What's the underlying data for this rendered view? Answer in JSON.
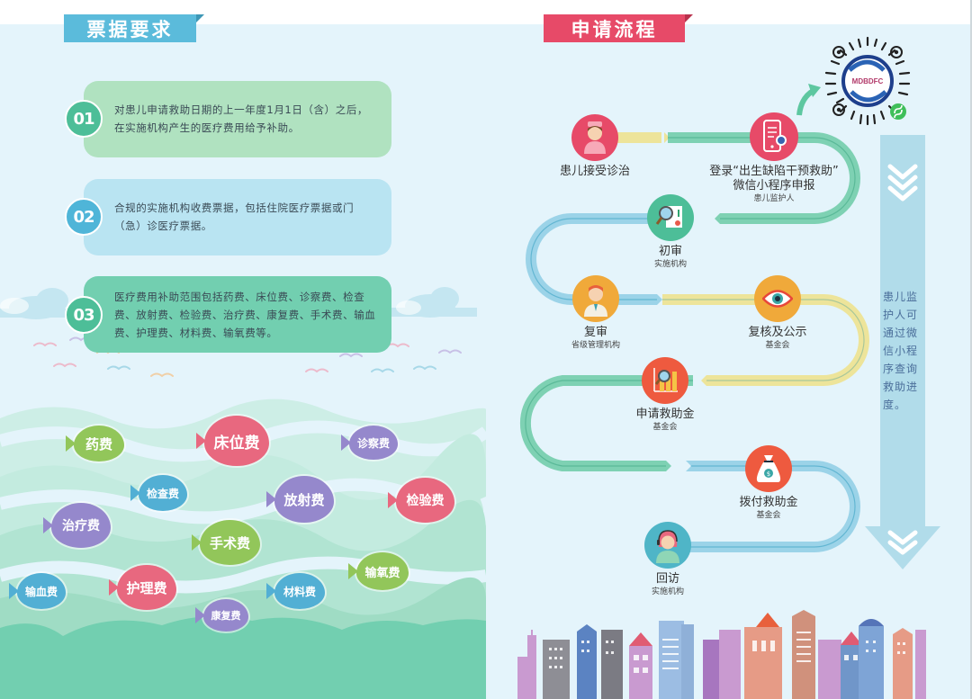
{
  "left_page": {
    "section_title": "票据要求",
    "items": [
      {
        "number": "01",
        "text": "对患儿申请救助日期的上一年度1月1日（含）之后，在实施机构产生的医疗费用给予补助。"
      },
      {
        "number": "02",
        "text": "合规的实施机构收费票据，包括住院医疗票据或门（急）诊医疗票据。"
      },
      {
        "number": "03",
        "text": "医疗费用补助范围包括药费、床位费、诊察费、检查费、放射费、检验费、治疗费、康复费、手术费、输血费、护理费、材料费、输氧费等。"
      }
    ],
    "fee_tags": [
      {
        "label": "药费",
        "color": "#92c65a"
      },
      {
        "label": "床位费",
        "color": "#e8687f"
      },
      {
        "label": "诊察费",
        "color": "#9588cc"
      },
      {
        "label": "检查费",
        "color": "#52afd4"
      },
      {
        "label": "放射费",
        "color": "#9588cc"
      },
      {
        "label": "检验费",
        "color": "#e8687f"
      },
      {
        "label": "治疗费",
        "color": "#9588cc"
      },
      {
        "label": "手术费",
        "color": "#92c65a"
      },
      {
        "label": "输氧费",
        "color": "#92c65a"
      },
      {
        "label": "输血费",
        "color": "#52afd4"
      },
      {
        "label": "护理费",
        "color": "#e8687f"
      },
      {
        "label": "材料费",
        "color": "#52afd4"
      },
      {
        "label": "康复费",
        "color": "#9588cc"
      }
    ]
  },
  "right_page": {
    "section_title": "申请流程",
    "qr_logo_text": "MDBDFC",
    "steps": [
      {
        "title": "患儿接受诊治",
        "sub": "",
        "icon": "nurse-icon",
        "color": "#e74a68"
      },
      {
        "title": "登录“出生缺陷干预救助”",
        "title2": "微信小程序申报",
        "sub": "患儿监护人",
        "icon": "phone-checklist-icon",
        "color": "#e74a68"
      },
      {
        "title": "初审",
        "sub": "实施机构",
        "icon": "magnifier-report-icon",
        "color": "#4dbe98"
      },
      {
        "title": "复审",
        "sub": "省级管理机构",
        "icon": "doctor-icon",
        "color": "#f0a93a"
      },
      {
        "title": "复核及公示",
        "sub": "基金会",
        "icon": "eye-icon",
        "color": "#f0a93a"
      },
      {
        "title": "申请救助金",
        "sub": "基金会",
        "icon": "bar-chart-magnifier-icon",
        "color": "#ee5a3f"
      },
      {
        "title": "拨付救助金",
        "sub": "基金会",
        "icon": "money-bag-icon",
        "color": "#ee5a3f"
      },
      {
        "title": "回访",
        "sub": "实施机构",
        "icon": "headset-operator-icon",
        "color": "#4fb5c7"
      }
    ],
    "side_note": "患儿监护人可通过微信小程序查询救助进度。"
  }
}
